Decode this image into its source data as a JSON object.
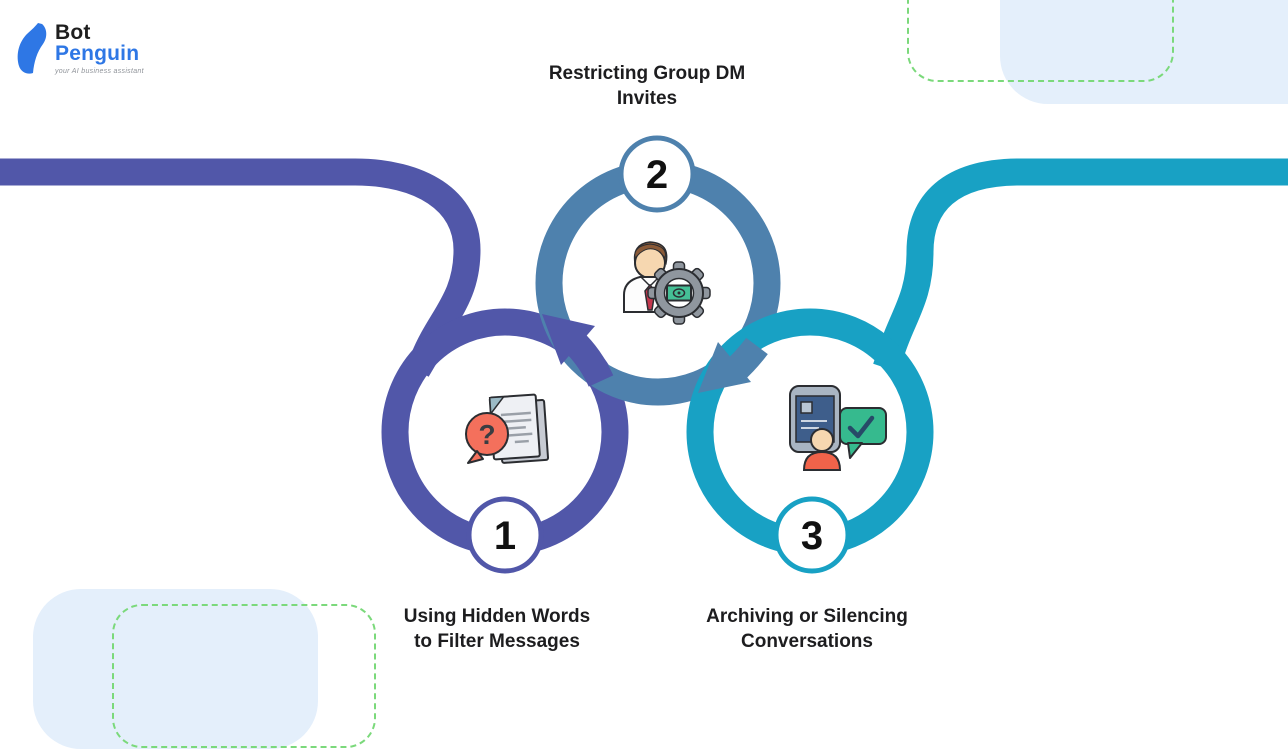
{
  "brand": {
    "name_line1": "Bot",
    "name_line2": "Penguin",
    "tagline": "your AI business assistant",
    "logo_icon": "penguin-icon",
    "name_color": "#2e77e5"
  },
  "steps": [
    {
      "number": "1",
      "title_line1": "Using Hidden Words",
      "title_line2": "to Filter Messages",
      "color": "#5157a9",
      "icon": "document-question-icon"
    },
    {
      "number": "2",
      "title_line1": "Restricting Group DM",
      "title_line2": "Invites",
      "color": "#4e81ad",
      "icon": "person-gear-icon"
    },
    {
      "number": "3",
      "title_line1": "Archiving or Silencing",
      "title_line2": "Conversations",
      "color": "#18a1c4",
      "icon": "phone-chat-check-icon"
    }
  ],
  "decor": {
    "corner_fill_color": "#e4effb",
    "dashed_border_color": "#7bd97b",
    "badge_fill": "#ffffff",
    "number_color": "#111111",
    "title_color": "#1d1d1f"
  }
}
